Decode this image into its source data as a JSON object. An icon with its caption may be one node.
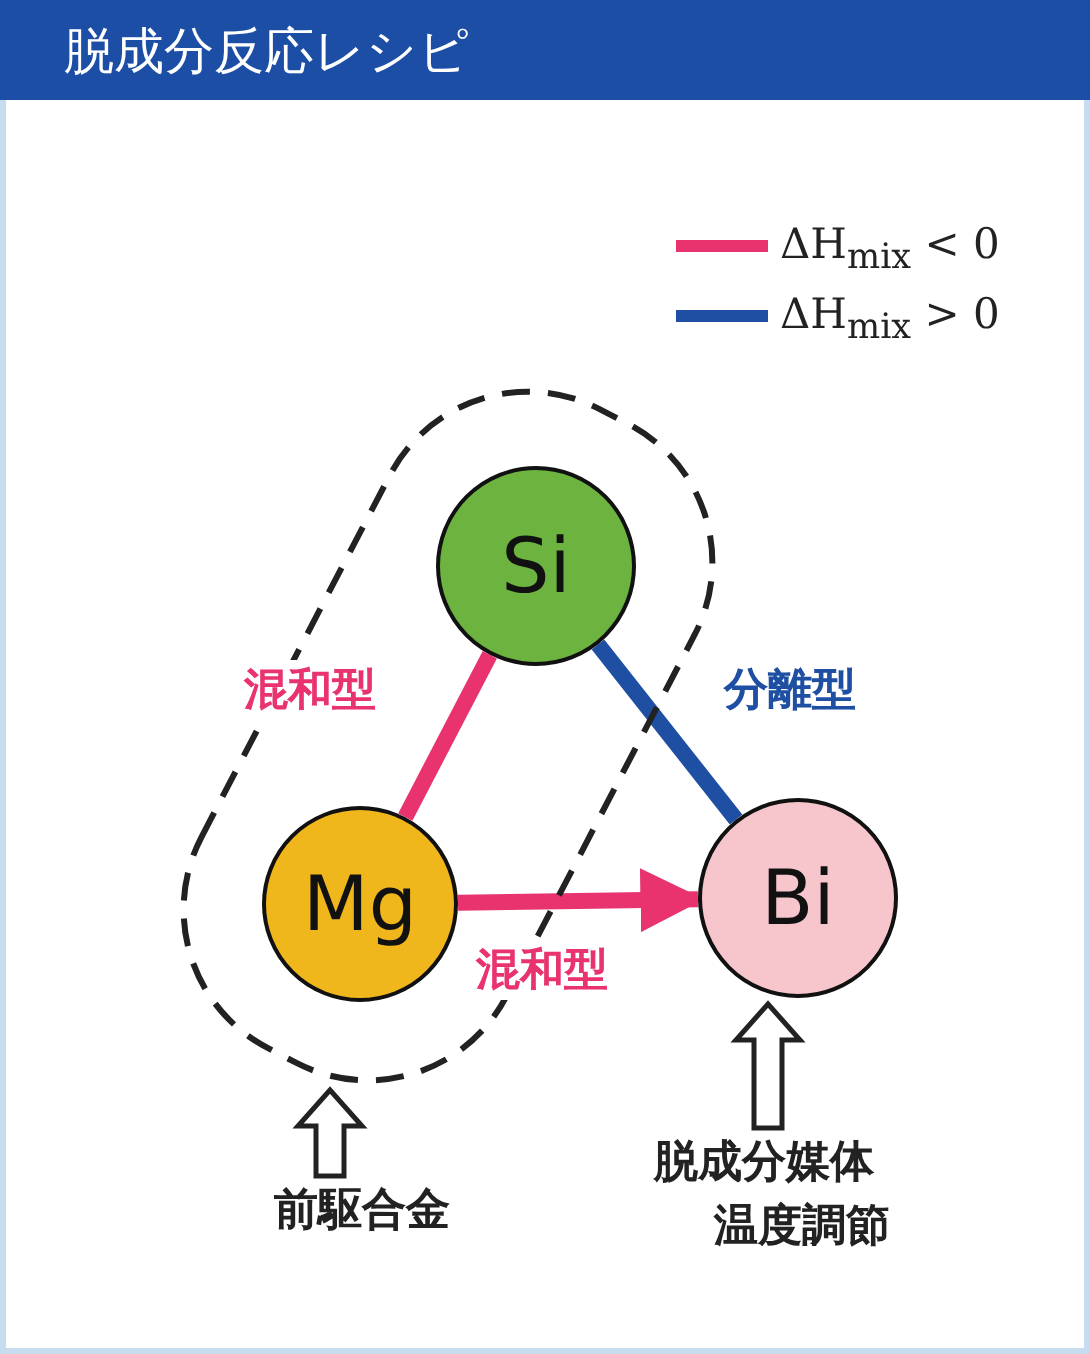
{
  "diagram": {
    "title": "脱成分反応レシピ",
    "nodes": [
      {
        "text": [],
        "shape": "box"
      },
      {
        "text": [
          "Si"
        ],
        "in": 0
      },
      {
        "text": [
          "Mg"
        ],
        "in": 0
      },
      {
        "text": [
          "Bi"
        ]
      },
      {
        "text": [
          "前駆合金"
        ]
      },
      {
        "text": [
          "脱成分媒体温度調節"
        ]
      }
    ],
    "edges": [
      {
        "from": 1,
        "to": 2,
        "arrow": "none",
        "label": "混和型",
        "color": "#e8336e"
      },
      {
        "from": 1,
        "to": 3,
        "arrow": "none",
        "label": "分離型",
        "color": "#1f4fa3"
      },
      {
        "from": 2,
        "to": 3,
        "arrow": "to",
        "label": "混和型",
        "color": "#e8336e"
      },
      {
        "from": 4,
        "to": 0,
        "arrow": "to"
      },
      {
        "from": 5,
        "to": 3,
        "arrow": "to"
      }
    ],
    "legend": [
      {
        "text": "ΔH$_{mix}$ < 0"
      },
      {
        "text": "ΔH$_{mix}$ > 0"
      }
    ]
  }
}
